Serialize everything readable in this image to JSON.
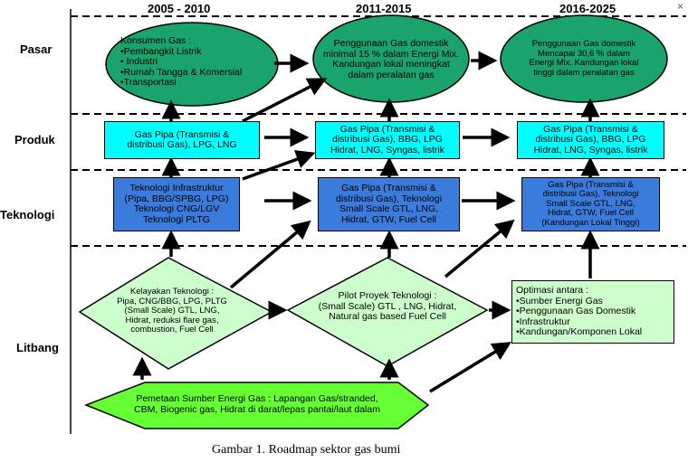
{
  "periods": [
    "2005 - 2010",
    "2011-2015",
    "2016-2025"
  ],
  "rows": [
    "Pasar",
    "Produk",
    "Teknologi",
    "Litbang"
  ],
  "pasar": {
    "e1": "Konsumen Gas :\n•Pembangkit Listrik\n• Industri\n•Rumah Tangga & Komersial\n•Transportasi",
    "e2": "Penggunaan Gas domestik\nminimal 15 % dalam Energi Mix.\nKandungan lokal meningkat\ndalam peralatan gas",
    "e3": "Penggunaan Gas domestik\nMencapai 30,6 % dalam\nEnergi Mix. Kandungan lokal\ntinggi dalam peralatan gas"
  },
  "produk": {
    "b1": "Gas Pipa (Transmisi &\ndistribusi Gas), LPG, LNG",
    "b2": "Gas Pipa (Transmisi &\ndistribusi Gas), BBG, LPG\nHidrat, LNG, Syngas, listrik",
    "b3": "Gas Pipa (Transmisi &\ndistribusi Gas), BBG, LPG\nHidrat, LNG, Syngas, listrik"
  },
  "teknologi": {
    "b1": "Teknologi Infrastruktur\n(Pipa, BBG/SPBG, LPG)\nTeknologi CNG/LGV\nTeknologi PLTG",
    "b2": "Gas Pipa (Transmisi &\ndistribusi Gas), Teknologi\nSmall Scale  GTL, LNG,\nHidrat, GTW, Fuel Cell",
    "b3": "Gas Pipa (Transmisi &\ndistribusi Gas), Teknologi\nSmall Scale  GTL, LNG,\nHidrat, GTW, Fuel Cell\n(Kandungan Lokal Tinggi)"
  },
  "litbang": {
    "d1": "Kelayakan Teknologi :\nPipa, CNG/BBG, LPG, PLTG\n(Small Scale) GTL, LNG,\nHidrat, reduksi flare gas,\ncombustion, Fuel Cell",
    "d2": "Pilot Proyek Teknologi :\n(Small Scale) GTL , LNG, Hidrat,\nNatural gas based Fuel Cell",
    "optim": "Optimasi antara :\n•Sumber Energi Gas\n•Penggunaan Gas Domestik\n•Infrastruktur\n•Kandungan/Komponen Lokal",
    "hex": "Pemetaan Sumber Energi Gas : Lapangan Gas/stranded,\nCBM, Biogenic gas, Hidrat di darat/lepas pantai/laut dalam"
  },
  "caption": "Gambar 1. Roadmap sektor gas bumi",
  "colors": {
    "ellipse": "#1aa36b",
    "diamond": "#ccffcc",
    "hexagon": "#66ff33",
    "cyan": "#00ffff",
    "blue": "#3b7bdc"
  }
}
